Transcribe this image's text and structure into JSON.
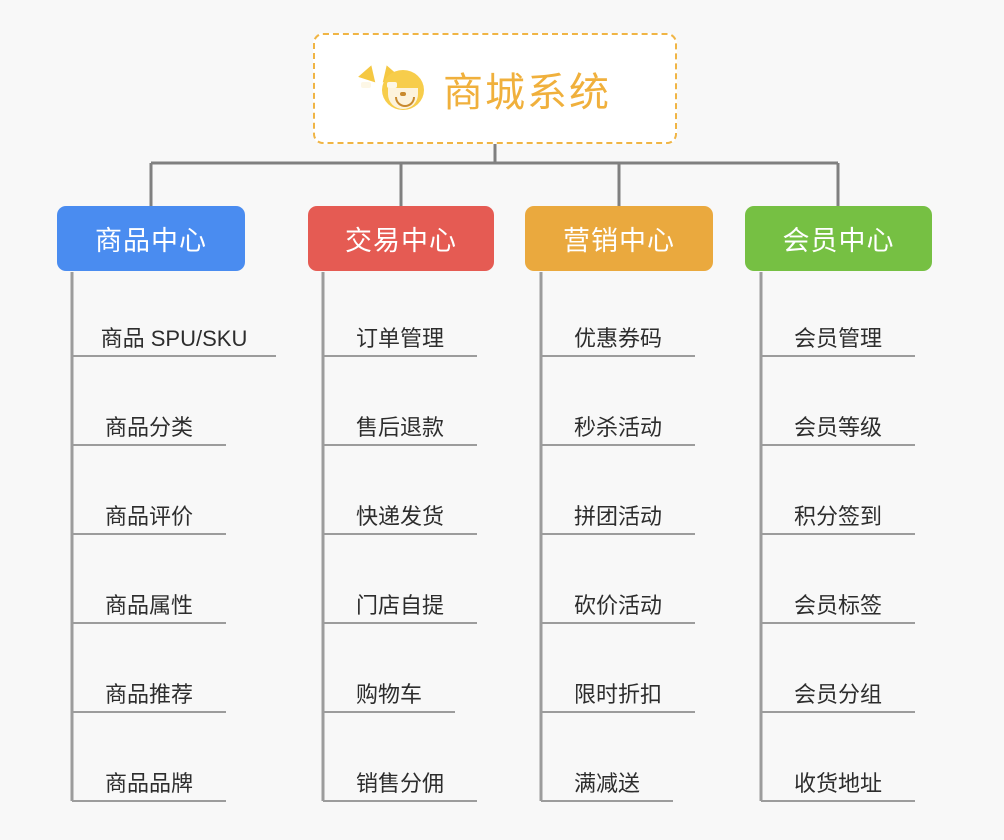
{
  "diagram": {
    "title": "商城系统",
    "root": {
      "label": "商城系统",
      "icon": "shiba-dog-icon",
      "border_color": "#f0b545",
      "text_color": "#f0b03c",
      "background": "#ffffff"
    },
    "background_color": "#f8f8f8",
    "connector_color": "#808080",
    "leaf_line_color": "#9c9c9c",
    "leaf_text_color": "#2d2d2d",
    "branches": [
      {
        "label": "商品中心",
        "color": "#4a8cf0",
        "leaves": [
          "商品 SPU/SKU",
          "商品分类",
          "商品评价",
          "商品属性",
          "商品推荐",
          "商品品牌"
        ]
      },
      {
        "label": "交易中心",
        "color": "#e55b53",
        "leaves": [
          "订单管理",
          "售后退款",
          "快递发货",
          "门店自提",
          "购物车",
          "销售分佣"
        ]
      },
      {
        "label": "营销中心",
        "color": "#eaa93e",
        "leaves": [
          "优惠券码",
          "秒杀活动",
          "拼团活动",
          "砍价活动",
          "限时折扣",
          "满减送"
        ]
      },
      {
        "label": "会员中心",
        "color": "#76c043",
        "leaves": [
          "会员管理",
          "会员等级",
          "积分签到",
          "会员标签",
          "会员分组",
          "收货地址"
        ]
      }
    ]
  }
}
